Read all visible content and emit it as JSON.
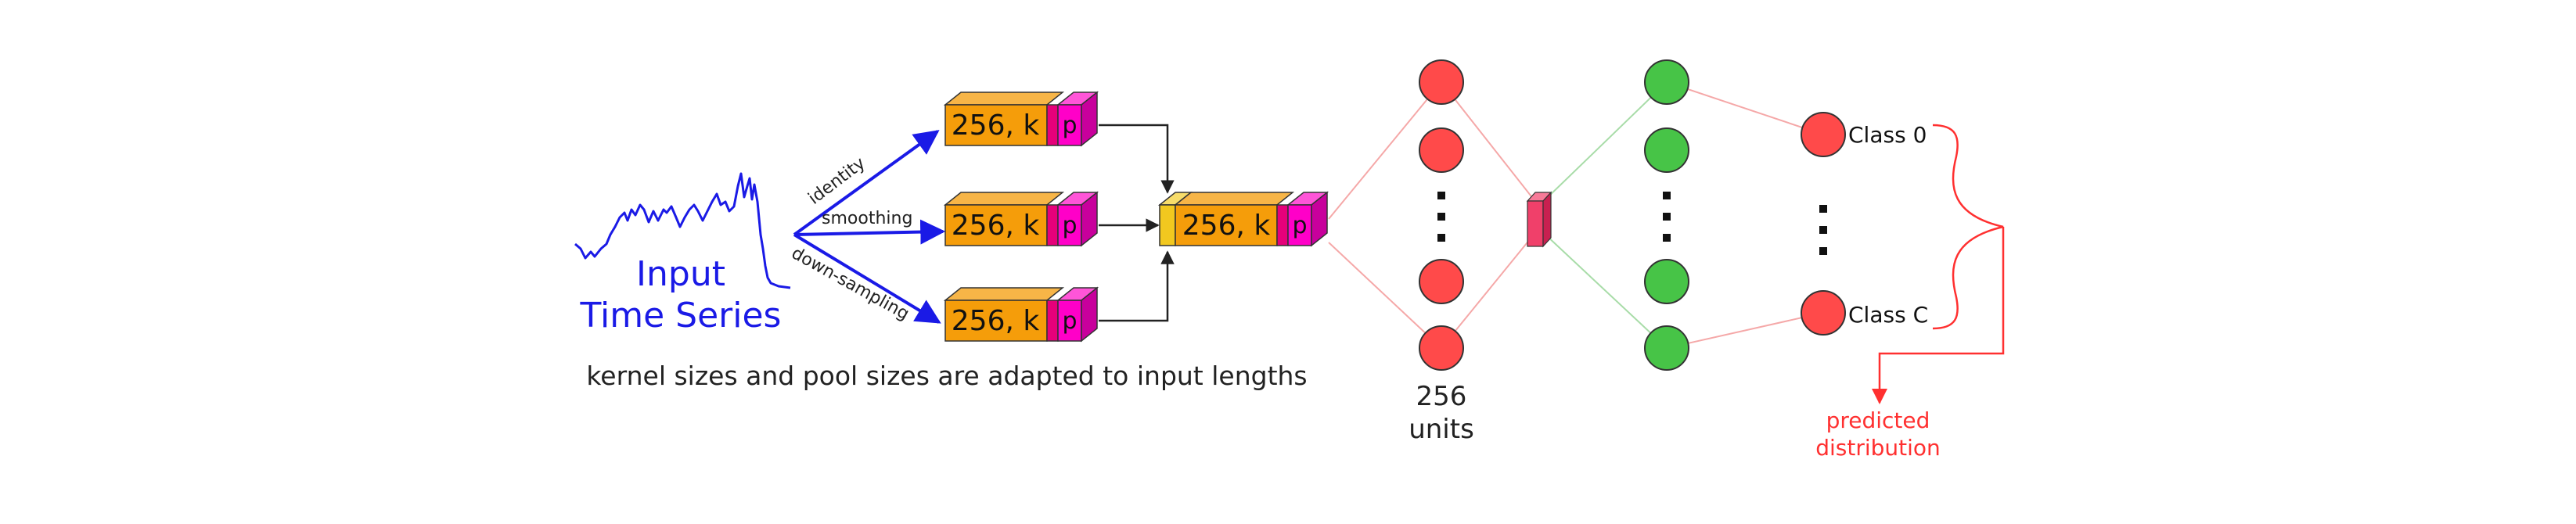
{
  "input": {
    "title_line1": "Input",
    "title_line2": "Time Series",
    "color": "#1a1ae6"
  },
  "branches": [
    {
      "label": "identity"
    },
    {
      "label": "smoothing"
    },
    {
      "label": "down-sampling"
    }
  ],
  "conv_block": {
    "main_label": "256, k",
    "pool_label": "p"
  },
  "merged_block": {
    "main_label": "256, k",
    "pool_label": "p"
  },
  "footnote": "kernel sizes and pool sizes are adapted to input lengths",
  "dense_layer": {
    "units_line1": "256",
    "units_line2": "units"
  },
  "output": {
    "class_first": "Class 0",
    "class_last": "Class C",
    "prediction_line1": "predicted",
    "prediction_line2": "distribution"
  },
  "colors": {
    "arrow_blue": "#1a1ae6",
    "block_orange": "#f59d0a",
    "block_pool": "#ff00c8",
    "block_pool_edge": "#e6007a",
    "merge_yellow": "#f2c81f",
    "node_red": "#ff4a4a",
    "node_green": "#47c447",
    "edge_red": "#f5a8a8",
    "edge_green": "#a8dca8",
    "prediction_red": "#ff3030",
    "small_block": "#f0406a"
  }
}
